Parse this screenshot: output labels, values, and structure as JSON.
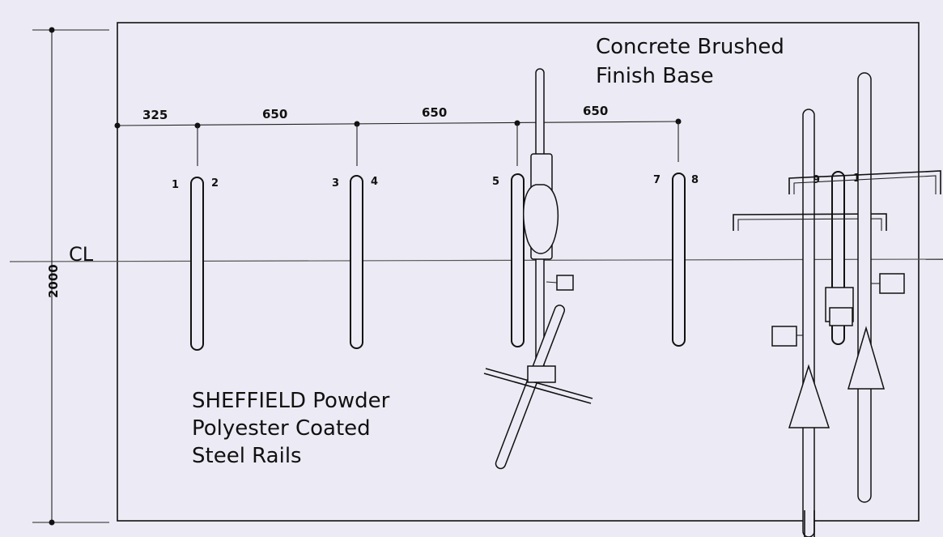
{
  "notes": {
    "base_line1": "Concrete Brushed",
    "base_line2": "Finish Base",
    "rails_line1": "SHEFFIELD Powder",
    "rails_line2": "Polyester Coated",
    "rails_line3": "Steel Rails"
  },
  "dimensions": {
    "spacing": [
      "325",
      "650",
      "650",
      "650"
    ],
    "overall_width": "2000",
    "centerline": "CL"
  },
  "rail_labels": [
    "1",
    "2",
    "3",
    "4",
    "5",
    "7",
    "8",
    "9",
    "10"
  ]
}
